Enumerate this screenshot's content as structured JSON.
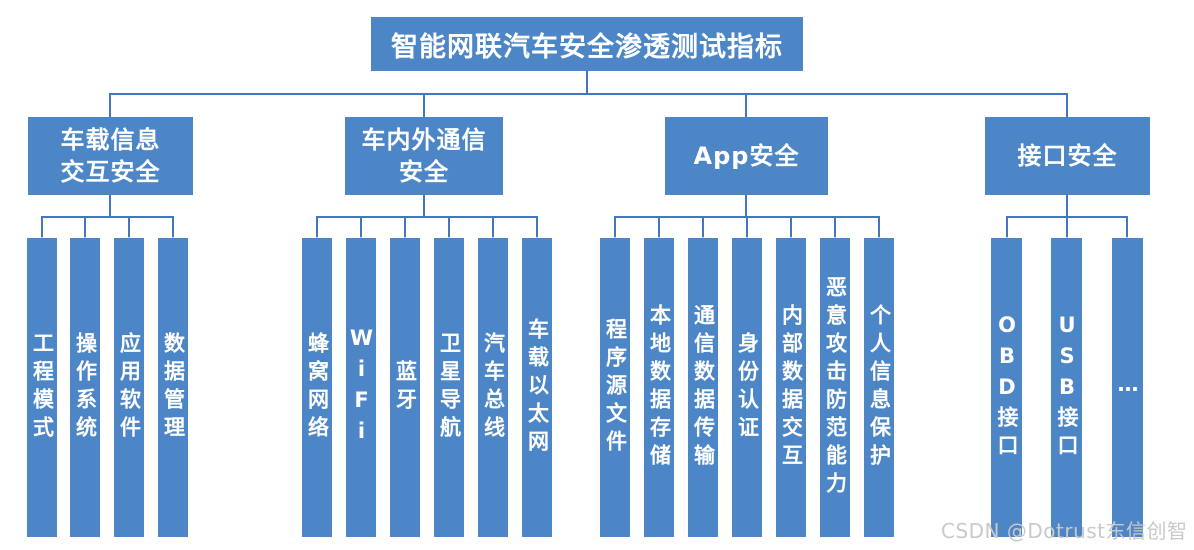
{
  "title": "智能网联汽车安全渗透测试指标",
  "watermark": "CSDN @Dotrust东信创智",
  "colors": {
    "node_fill": "#4c86c6",
    "connector": "#4576c0",
    "node_text": "#ffffff",
    "watermark_color": "#c9c9c9"
  },
  "groups": [
    {
      "label": "车载信息\n交互安全",
      "children": [
        "工程模式",
        "操作系统",
        "应用软件",
        "数据管理"
      ]
    },
    {
      "label": "车内外通信\n安全",
      "children": [
        "蜂窝网络",
        "WiFi",
        "蓝牙",
        "卫星导航",
        "汽车总线",
        "车载以太网"
      ]
    },
    {
      "label": "App安全",
      "children": [
        "程序源文件",
        "本地数据存储",
        "通信数据传输",
        "身份认证",
        "内部数据交互",
        "恶意攻击防范能力",
        "个人信息保护"
      ]
    },
    {
      "label": "接口安全",
      "children": [
        "OBD接口",
        "USB接口",
        "…"
      ]
    }
  ]
}
